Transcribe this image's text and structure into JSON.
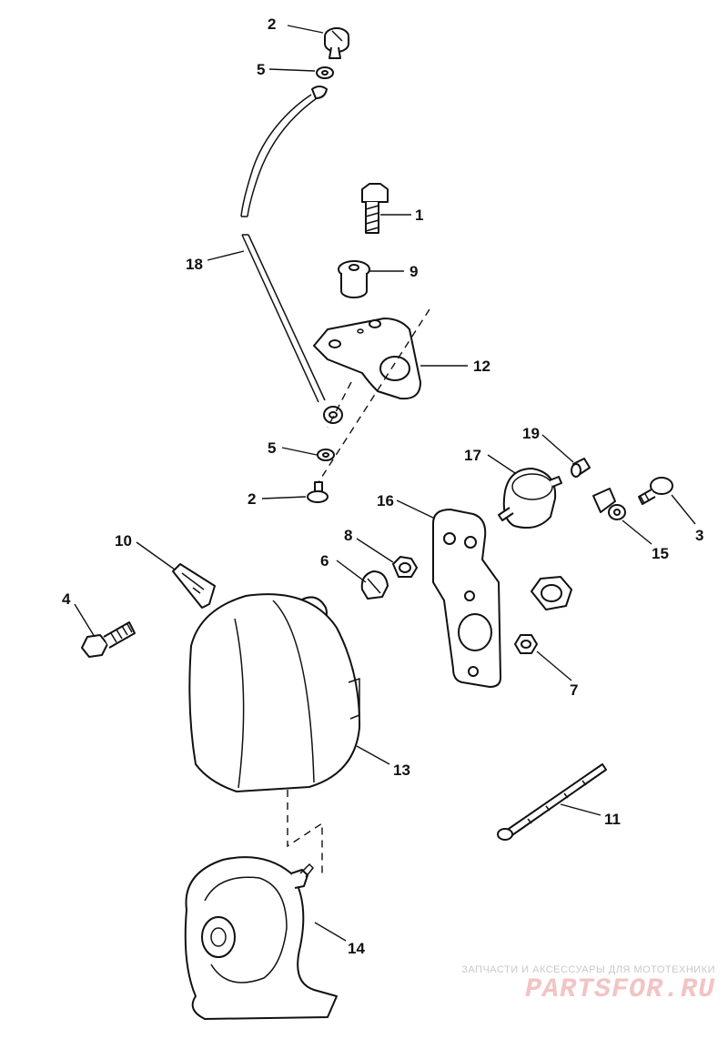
{
  "diagram": {
    "callouts": [
      {
        "id": "c2a",
        "label": "2"
      },
      {
        "id": "c5a",
        "label": "5"
      },
      {
        "id": "c1",
        "label": "1"
      },
      {
        "id": "c18",
        "label": "18"
      },
      {
        "id": "c9",
        "label": "9"
      },
      {
        "id": "c12",
        "label": "12"
      },
      {
        "id": "c5b",
        "label": "5"
      },
      {
        "id": "c2b",
        "label": "2"
      },
      {
        "id": "c19",
        "label": "19"
      },
      {
        "id": "c17",
        "label": "17"
      },
      {
        "id": "c3",
        "label": "3"
      },
      {
        "id": "c16",
        "label": "16"
      },
      {
        "id": "c15",
        "label": "15"
      },
      {
        "id": "c8",
        "label": "8"
      },
      {
        "id": "c6",
        "label": "6"
      },
      {
        "id": "c10",
        "label": "10"
      },
      {
        "id": "c4",
        "label": "4"
      },
      {
        "id": "c7",
        "label": "7"
      },
      {
        "id": "c13",
        "label": "13"
      },
      {
        "id": "c11",
        "label": "11"
      },
      {
        "id": "c14",
        "label": "14"
      }
    ]
  },
  "watermark": {
    "caption": "ЗАПЧАСТИ И АКСЕССУАРЫ ДЛЯ МОТОТЕХНИКИ",
    "logo": "PARTSFOR.RU"
  }
}
